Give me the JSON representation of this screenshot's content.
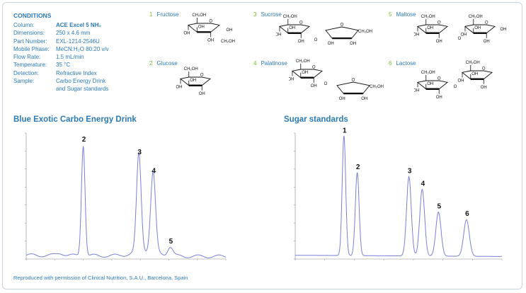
{
  "conditions": {
    "title": "CONDITIONS",
    "rows": [
      {
        "key": "Column:",
        "value": "ACE Excel 5 NH₂"
      },
      {
        "key": "Dimensions:",
        "value": "250 x 4.6 mm"
      },
      {
        "key": "Part Number:",
        "value": "EXL-1214-2546U"
      },
      {
        "key": "Mobile Phase:",
        "value": "MeCN:H₂O 80:20 v/v"
      },
      {
        "key": "Flow Rate:",
        "value": "1.5 mL/min"
      },
      {
        "key": "Temperature:",
        "value": "35 °C"
      },
      {
        "key": "Detection:",
        "value": "Refractive Index"
      },
      {
        "key": "Sample:",
        "value": "Carbo Energy Drink"
      },
      {
        "key": "",
        "value": "and Sugar standards"
      }
    ]
  },
  "sugars": [
    {
      "num": "1",
      "name": "Fructose"
    },
    {
      "num": "2",
      "name": "Glucose"
    },
    {
      "num": "3",
      "name": "Sucrose"
    },
    {
      "num": "4",
      "name": "Palatinose"
    },
    {
      "num": "5",
      "name": "Maltose"
    },
    {
      "num": "6",
      "name": "Lactose"
    }
  ],
  "structure_labels": {
    "ch2oh": "CH₂OH",
    "oh": "OH",
    "o": "O"
  },
  "chart_data": [
    {
      "type": "line",
      "title": "Blue Exotic Carbo Energy Drink",
      "color": "#7a7fd6",
      "xlim": [
        0,
        14
      ],
      "ylim": [
        0,
        1
      ],
      "peaks": [
        {
          "label": "2",
          "x": 4.0,
          "height": 0.88
        },
        {
          "label": "3",
          "x": 7.9,
          "height": 0.78
        },
        {
          "label": "4",
          "x": 8.9,
          "height": 0.63
        },
        {
          "label": "5",
          "x": 10.1,
          "height": 0.07
        }
      ]
    },
    {
      "type": "line",
      "title": "Sugar standards",
      "color": "#7a7fd6",
      "xlim": [
        0,
        14
      ],
      "ylim": [
        0,
        1
      ],
      "peaks": [
        {
          "label": "1",
          "x": 3.3,
          "height": 0.95
        },
        {
          "label": "2",
          "x": 4.2,
          "height": 0.66
        },
        {
          "label": "3",
          "x": 7.7,
          "height": 0.63
        },
        {
          "label": "4",
          "x": 8.6,
          "height": 0.53
        },
        {
          "label": "5",
          "x": 9.7,
          "height": 0.35
        },
        {
          "label": "6",
          "x": 11.6,
          "height": 0.29
        }
      ]
    }
  ],
  "footer": "Reproduced with permission of Clinical Nutrition, S.A.U., Barcelona, Spain"
}
